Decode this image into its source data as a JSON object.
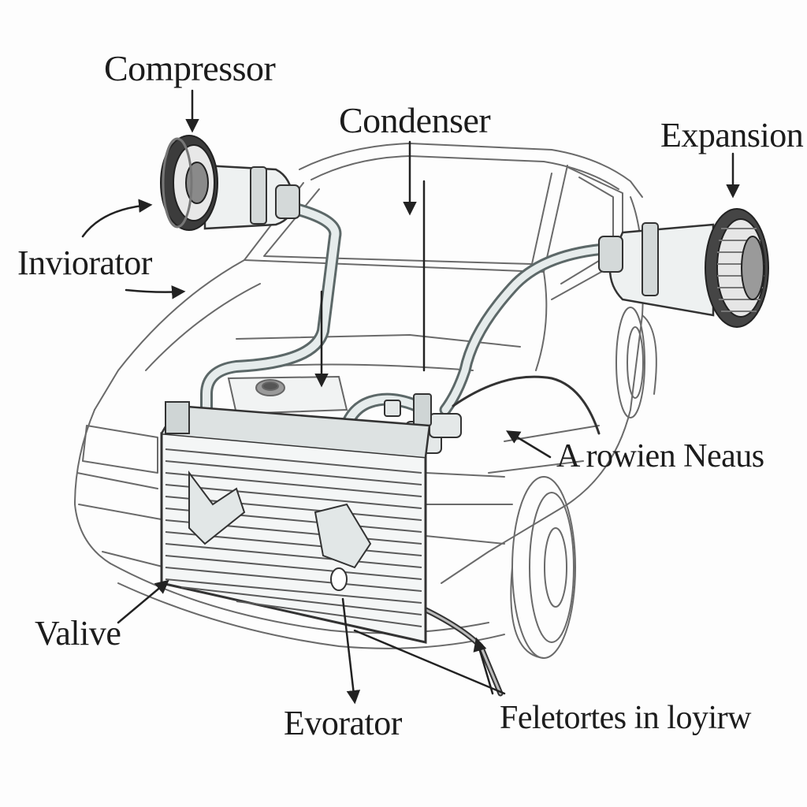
{
  "labels": {
    "compressor": "Compressor",
    "condenser": "Condenser",
    "expansion": "Expansion",
    "inviorator": "Inviorator",
    "arowien_neaus": "A rowien Neaus",
    "valive": "Valive",
    "evorator": "Evorator",
    "feletortes": "Feletortes in loyirw"
  },
  "colors": {
    "line": "#555555",
    "hose": "#7d8a8a",
    "hose_fill": "#e6ecec",
    "metal": "#bfc5c5",
    "dark": "#3a3a3a",
    "label_text": "#1c1c1c"
  },
  "icons": {
    "arrows": "arrow-icon",
    "compressor_pulley": "pulley-icon",
    "expansion_pulley": "pulley-icon"
  }
}
